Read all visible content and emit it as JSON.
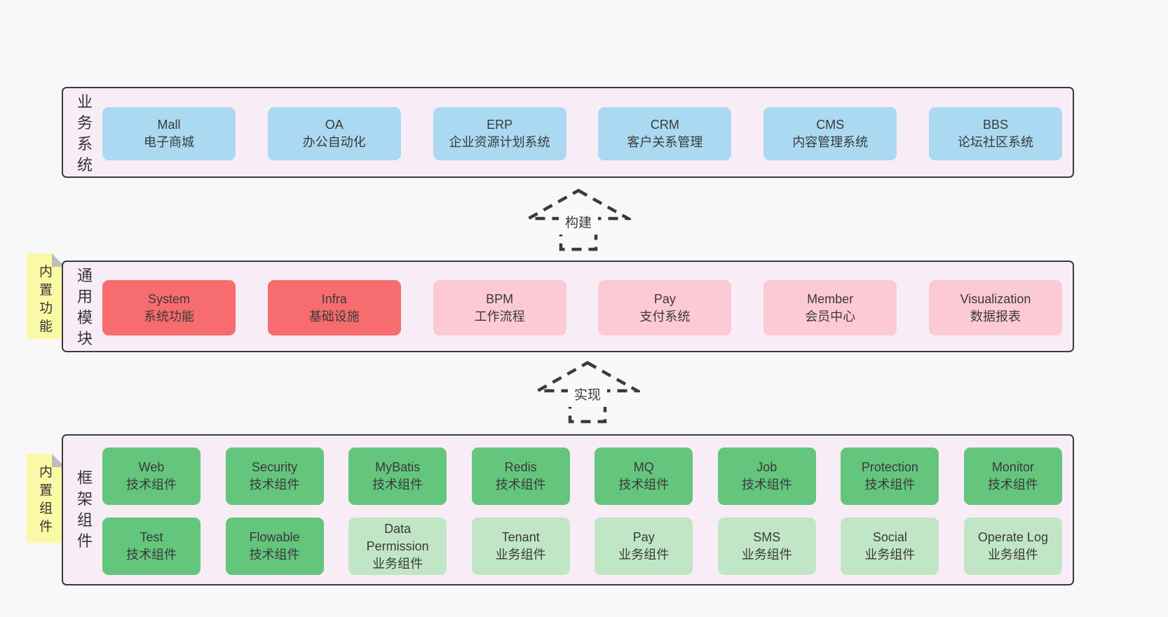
{
  "colors": {
    "page_bg": "#f8f8f8",
    "container_bg": "#f8edf6",
    "container_border": "#3b3b3b",
    "box_blue": "#abd9f2",
    "box_red": "#f76c6e",
    "box_pink": "#fccad4",
    "box_green_dark": "#64c57d",
    "box_green_light": "#c1e6c6",
    "sticky_yellow": "#fbf9a5",
    "sticky_fold_gray": "#bdbdbd",
    "text": "#3a3a3a"
  },
  "top_section": {
    "label": "业务系统",
    "boxes": [
      {
        "title": "Mall",
        "subtitle": "电子商城"
      },
      {
        "title": "OA",
        "subtitle": "办公自动化"
      },
      {
        "title": "ERP",
        "subtitle": "企业资源计划系统"
      },
      {
        "title": "CRM",
        "subtitle": "客户关系管理"
      },
      {
        "title": "CMS",
        "subtitle": "内容管理系统"
      },
      {
        "title": "BBS",
        "subtitle": "论坛社区系统"
      }
    ]
  },
  "arrow_build": {
    "label": "构建"
  },
  "middle_section": {
    "label": "通用模块",
    "sticky": "内置功能",
    "boxes": [
      {
        "title": "System",
        "subtitle": "系统功能",
        "variant": "red"
      },
      {
        "title": "Infra",
        "subtitle": "基础设施",
        "variant": "red"
      },
      {
        "title": "BPM",
        "subtitle": "工作流程",
        "variant": "pink"
      },
      {
        "title": "Pay",
        "subtitle": "支付系统",
        "variant": "pink"
      },
      {
        "title": "Member",
        "subtitle": "会员中心",
        "variant": "pink"
      },
      {
        "title": "Visualization",
        "subtitle": "数据报表",
        "variant": "pink"
      }
    ]
  },
  "arrow_implement": {
    "label": "实现"
  },
  "bottom_section": {
    "label": "框架组件",
    "sticky": "内置组件",
    "row1": [
      {
        "title": "Web",
        "subtitle": "技术组件",
        "variant": "green-dark"
      },
      {
        "title": "Security",
        "subtitle": "技术组件",
        "variant": "green-dark"
      },
      {
        "title": "MyBatis",
        "subtitle": "技术组件",
        "variant": "green-dark"
      },
      {
        "title": "Redis",
        "subtitle": "技术组件",
        "variant": "green-dark"
      },
      {
        "title": "MQ",
        "subtitle": "技术组件",
        "variant": "green-dark"
      },
      {
        "title": "Job",
        "subtitle": "技术组件",
        "variant": "green-dark"
      },
      {
        "title": "Protection",
        "subtitle": "技术组件",
        "variant": "green-dark"
      },
      {
        "title": "Monitor",
        "subtitle": "技术组件",
        "variant": "green-dark"
      }
    ],
    "row2": [
      {
        "title": "Test",
        "subtitle": "技术组件",
        "variant": "green-dark"
      },
      {
        "title": "Flowable",
        "subtitle": "技术组件",
        "variant": "green-dark"
      },
      {
        "title": "Data Permission",
        "subtitle": "业务组件",
        "variant": "green-light"
      },
      {
        "title": "Tenant",
        "subtitle": "业务组件",
        "variant": "green-light"
      },
      {
        "title": "Pay",
        "subtitle": "业务组件",
        "variant": "green-light"
      },
      {
        "title": "SMS",
        "subtitle": "业务组件",
        "variant": "green-light"
      },
      {
        "title": "Social",
        "subtitle": "业务组件",
        "variant": "green-light"
      },
      {
        "title": "Operate Log",
        "subtitle": "业务组件",
        "variant": "green-light"
      }
    ]
  }
}
